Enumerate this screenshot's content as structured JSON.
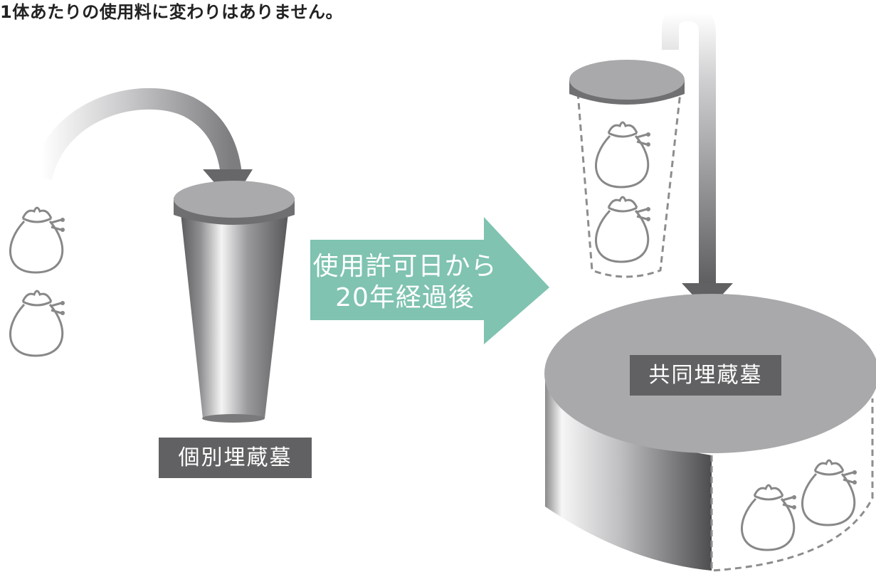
{
  "caption": "1体あたりの使用料に変わりはありません。",
  "arrow": {
    "line1": "使用許可日から",
    "line2": "20年経過後",
    "color": "#7fc3b0"
  },
  "labels": {
    "individual": "個別埋蔵墓",
    "common": "共同埋蔵墓"
  },
  "colors": {
    "label_bg": "#616163",
    "gray_dark": "#5b5b5d",
    "gray_light": "#a7a7a9"
  }
}
